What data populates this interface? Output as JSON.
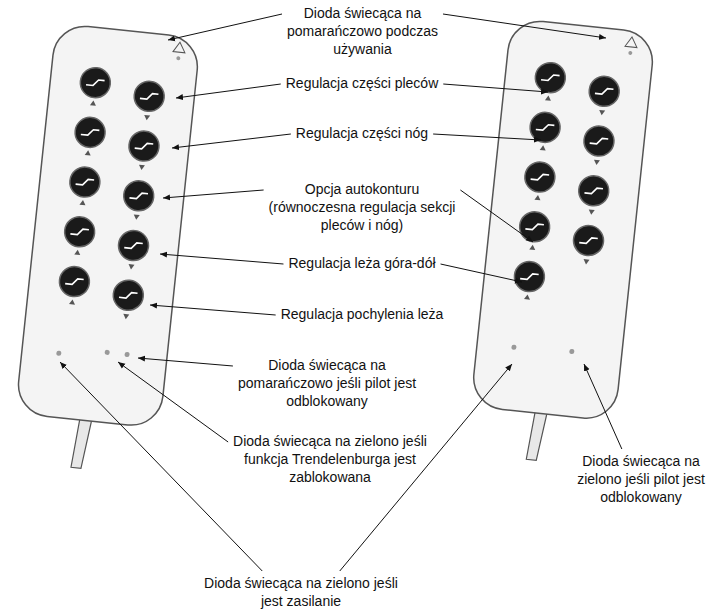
{
  "diagram": {
    "labels": [
      "Dioda świecąca na pomarańczowo podczas używania",
      "Regulacja części pleców",
      "Regulacja części nóg",
      "Opcja autokonturu (równoczesna regulacja sekcji pleców i nóg)",
      "Regulacja leża góra-dół",
      "Regulacja pochylenia leża",
      "Dioda świecąca na pomarańczowo jeśli pilot jest odblokowany",
      "Dioda świecąca na zielono jeśli funkcja Trendelenburga jest zablokowana",
      "Dioda świecąca na zielono jeśli pilot jest odblokowany",
      "Dioda świecąca na zielono jeśli jest zasilanie"
    ]
  }
}
